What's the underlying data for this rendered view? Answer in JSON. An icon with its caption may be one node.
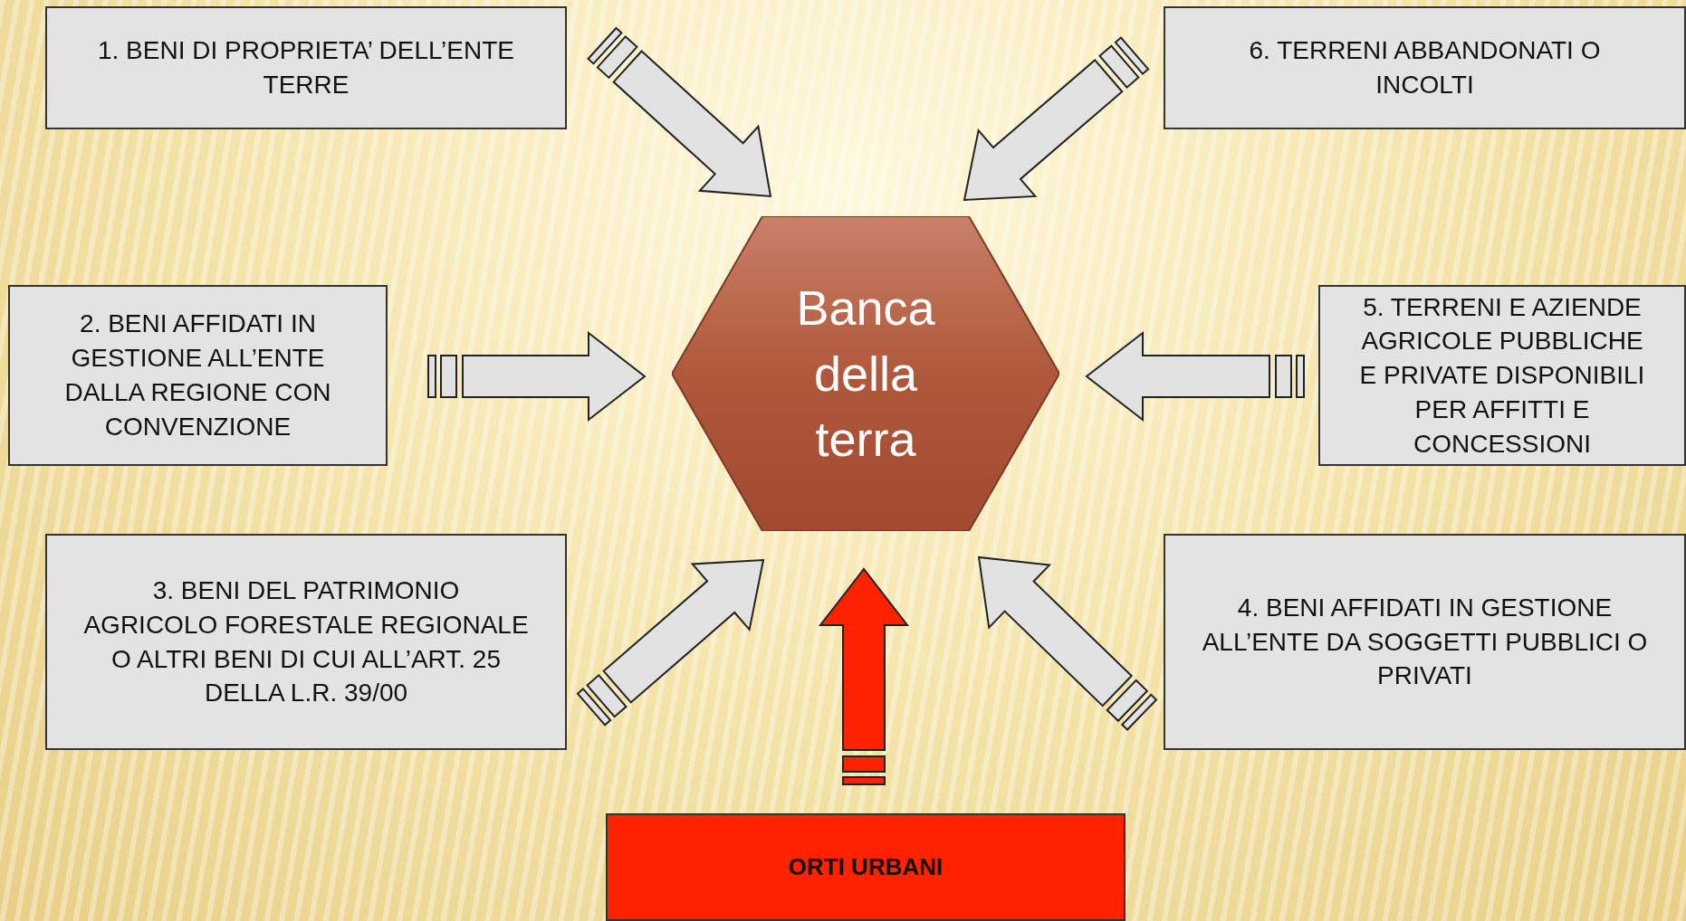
{
  "diagram": {
    "nodes": [
      {
        "text": [
          "1. BENI DI PROPRIETA’ DELL’ENTE TERRE"
        ]
      },
      {
        "text": [
          "6. TERRENI ABBANDONATI O INCOLTI"
        ]
      },
      {
        "text": [
          "2. BENI AFFIDATI IN GESTIONE ALL’ENTE DALLA REGIONE CON CONVENZIONE"
        ]
      },
      {
        "text": [
          "Banca della terra"
        ]
      },
      {
        "text": [
          "5. TERRENI E AZIENDE AGRICOLE PUBBLICHE E PRIVATE DISPONIBILI PER AFFITTI E CONCESSIONI"
        ]
      },
      {
        "text": [
          "3. BENI DEL PATRIMONIO AGRICOLO FORESTALE REGIONALE O ALTRI BENI DI CUI ALL’ART. 25 DELLA L.R. 39/00"
        ]
      },
      {
        "text": [
          "4. BENI AFFIDATI IN GESTIONE ALL’ENTE DA SOGGETTI PUBBLICI O PRIVATI"
        ]
      },
      {
        "text": [
          "ORTI URBANI"
        ]
      }
    ],
    "edges": [
      {
        "from": 0,
        "to": 3,
        "arrow": "to"
      },
      {
        "from": 1,
        "to": 3,
        "arrow": "to"
      },
      {
        "from": 2,
        "to": 3,
        "arrow": "to"
      },
      {
        "from": 4,
        "to": 3,
        "arrow": "to"
      },
      {
        "from": 5,
        "to": 3,
        "arrow": "to"
      },
      {
        "from": 6,
        "to": 3,
        "arrow": "to"
      },
      {
        "from": 7,
        "to": 3,
        "arrow": "to",
        "color": "#ff2200"
      }
    ]
  }
}
